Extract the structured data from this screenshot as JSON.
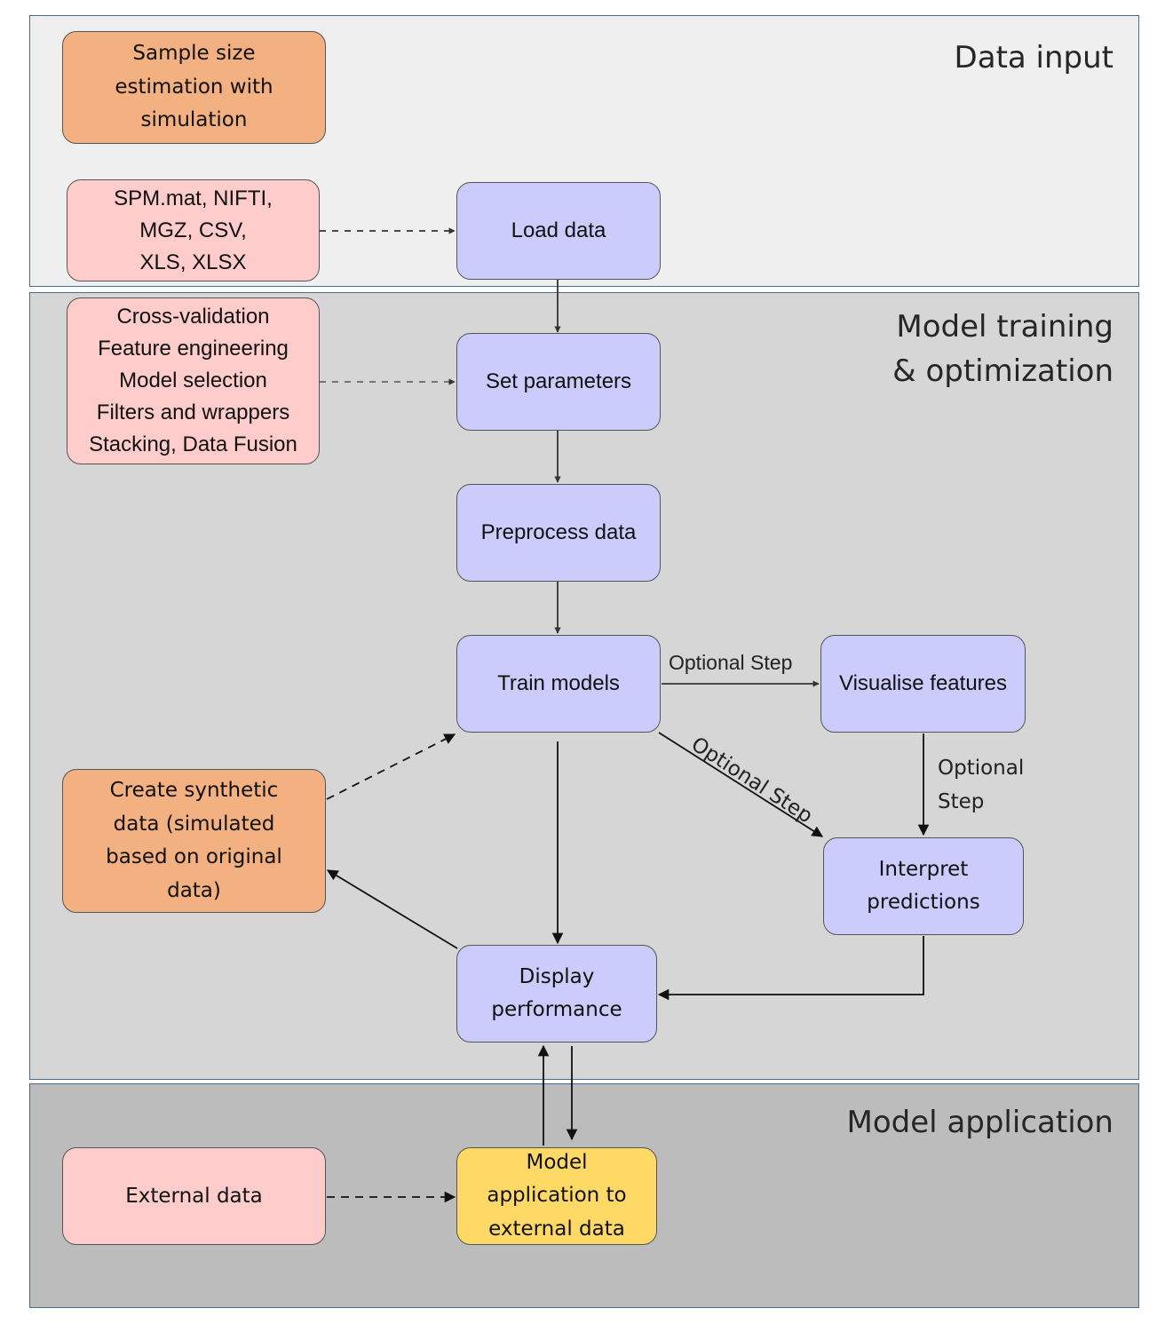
{
  "sections": {
    "data_input": "Data input",
    "model_training": "Model training\n& optimization",
    "model_application": "Model application"
  },
  "nodes": {
    "sample_size": "Sample size\nestimation with\nsimulation",
    "file_formats": "SPM.mat, NIFTI,\nMGZ, CSV,\nXLS, XLSX",
    "load_data": "Load data",
    "parameters_list": "Cross-validation\nFeature engineering\nModel selection\nFilters and wrappers\nStacking, Data Fusion",
    "set_parameters": "Set parameters",
    "preprocess_data": "Preprocess data",
    "train_models": "Train models",
    "visualise_features": "Visualise features",
    "interpret_predictions": "Interpret\npredictions",
    "synthetic_data": "Create synthetic\ndata (simulated\nbased on original\ndata)",
    "display_performance": "Display\nperformance",
    "external_data": "External data",
    "model_application": "Model\napplication to\nexternal data"
  },
  "edge_labels": {
    "train_to_visualise": "Optional Step",
    "train_to_interpret": "Optional Step",
    "visualise_to_interpret_line1": "Optional",
    "visualise_to_interpret_line2": "Step"
  },
  "colors": {
    "process_box": "#cbccfb",
    "input_box": "#ffcccc",
    "simulation_box": "#f3b080",
    "application_box": "#ffd966",
    "panel_data_input": "#efefef",
    "panel_training": "#d6d6d6",
    "panel_application": "#bcbcbc",
    "panel_border": "#4a6b8a"
  }
}
